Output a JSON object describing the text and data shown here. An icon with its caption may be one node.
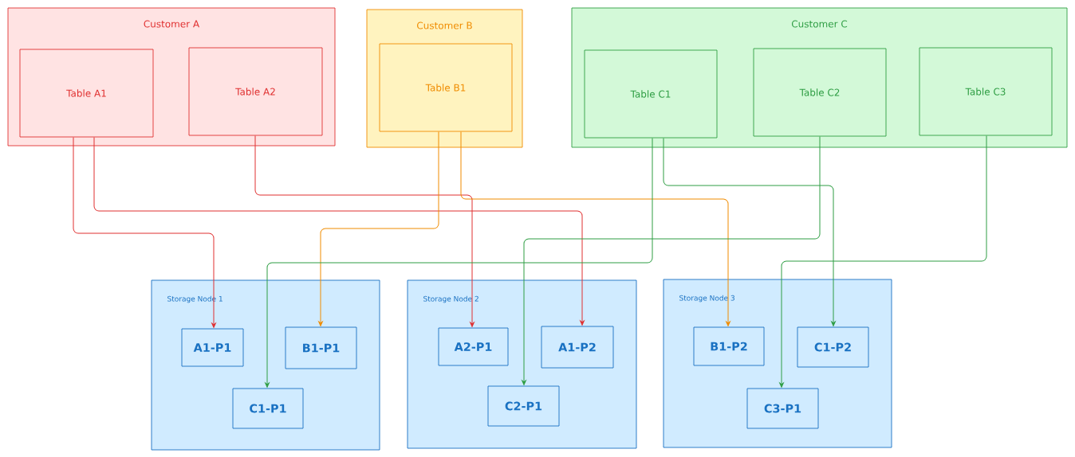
{
  "diagram": {
    "nodes": [
      {
        "text": [
          "Customer A"
        ]
      },
      {
        "text": [
          "Table A1"
        ],
        "in": 0
      },
      {
        "text": [
          "Table A2"
        ],
        "in": 0
      },
      {
        "text": [
          "Customer B"
        ]
      },
      {
        "text": [
          "Table B1"
        ],
        "in": 3
      },
      {
        "text": [
          "Customer C"
        ]
      },
      {
        "text": [
          "Table C1"
        ],
        "in": 5
      },
      {
        "text": [
          "Table C2"
        ],
        "in": 5
      },
      {
        "text": [
          "Table C3"
        ],
        "in": 5
      },
      {
        "text": [
          "Storage Node 1"
        ]
      },
      {
        "text": [
          "A1-P1"
        ],
        "in": 9
      },
      {
        "text": [
          "B1-P1"
        ],
        "in": 9
      },
      {
        "text": [
          "C1-P1"
        ],
        "in": 9
      },
      {
        "text": [
          "Storage Node 2"
        ]
      },
      {
        "text": [
          "A2-P1"
        ],
        "in": 13
      },
      {
        "text": [
          "A1-P2"
        ],
        "in": 13
      },
      {
        "text": [
          "C2-P1"
        ],
        "in": 13
      },
      {
        "text": [
          "Storage Node 3"
        ]
      },
      {
        "text": [
          "B1-P2"
        ],
        "in": 17
      },
      {
        "text": [
          "C1-P2"
        ],
        "in": 17
      },
      {
        "text": [
          "C3-P1"
        ],
        "in": 17
      }
    ],
    "edges": [
      {
        "from": 1,
        "to": 10,
        "arrow": "to",
        "color": "#e03131"
      },
      {
        "from": 1,
        "to": 15,
        "arrow": "to",
        "color": "#e03131"
      },
      {
        "from": 2,
        "to": 14,
        "arrow": "to",
        "color": "#e03131"
      },
      {
        "from": 4,
        "to": 11,
        "arrow": "to",
        "color": "#f08c00"
      },
      {
        "from": 4,
        "to": 18,
        "arrow": "to",
        "color": "#f08c00"
      },
      {
        "from": 6,
        "to": 12,
        "arrow": "to"
      },
      {
        "from": 6,
        "to": 19,
        "arrow": "to"
      },
      {
        "from": 7,
        "to": 16,
        "arrow": "to"
      },
      {
        "from": 8,
        "to": 20,
        "arrow": "to"
      }
    ]
  }
}
